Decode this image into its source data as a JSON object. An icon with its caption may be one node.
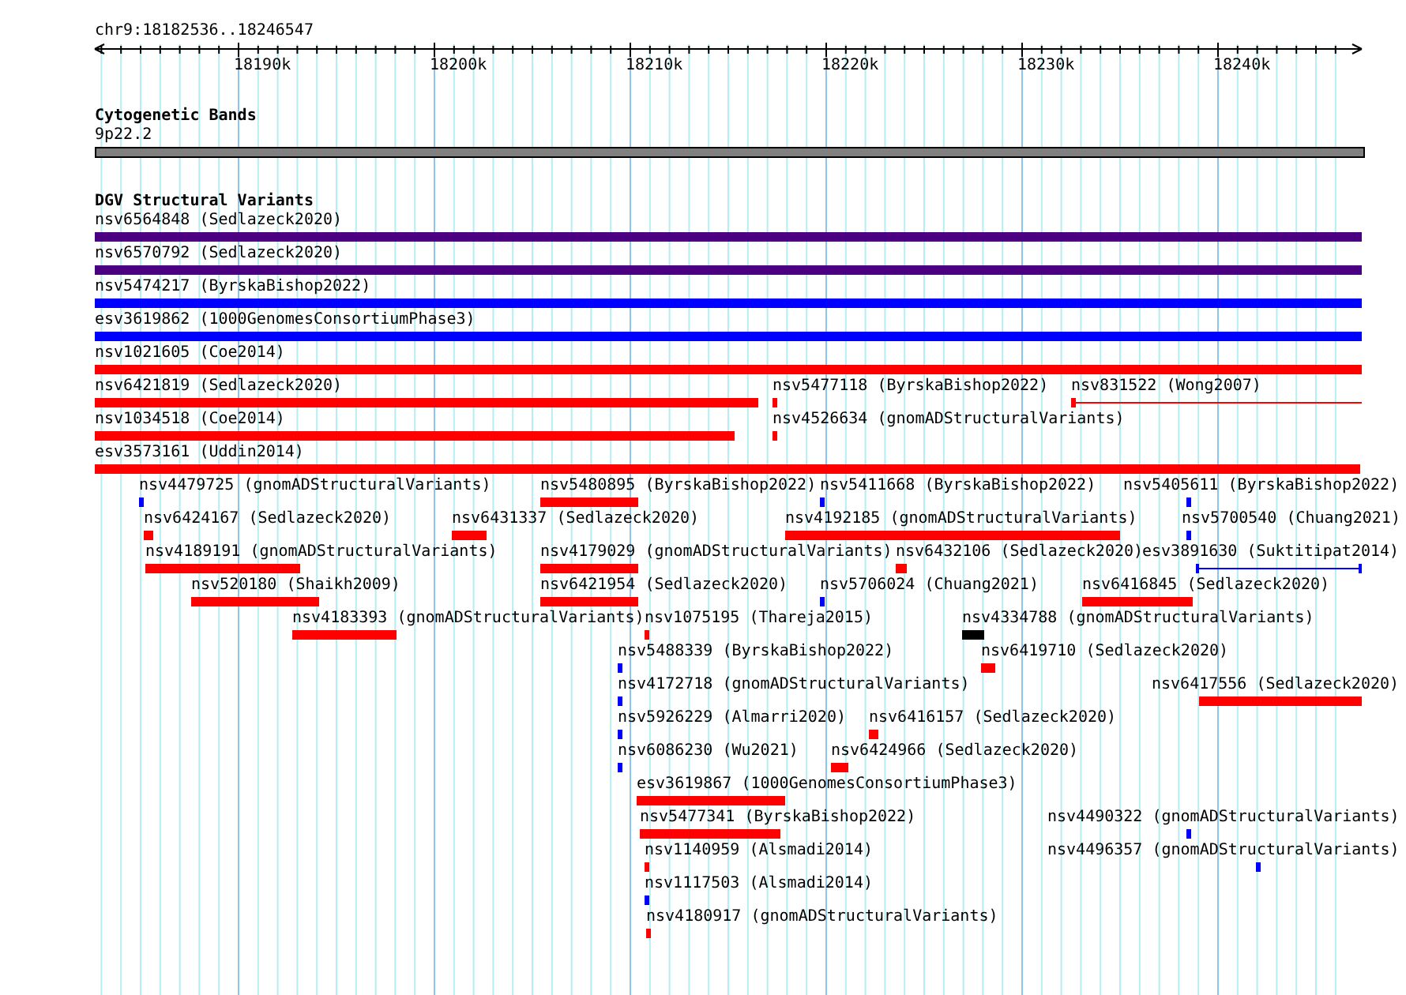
{
  "diagram": {
    "nodes": [
      {
        "text": [
          "9p22.2"
        ]
      },
      {
        "text": [
          "nsv6564848 (Sedlazeck2020)"
        ]
      },
      {
        "text": [
          "nsv6570792 (Sedlazeck2020)"
        ]
      },
      {
        "text": [
          "nsv5474217 (ByrskaBishop2022)"
        ]
      },
      {
        "text": [
          "esv3619862 (1000GenomesConsortiumPhase3)"
        ]
      },
      {
        "text": [
          "nsv1021605 (Coe2014)"
        ]
      },
      {
        "text": [
          "nsv6421819 (Sedlazeck2020)"
        ]
      },
      {
        "text": [
          "nsv5477118 (ByrskaBishop2022)"
        ]
      },
      {
        "text": [
          "nsv831522 (Wong2007)"
        ]
      },
      {
        "text": [
          "nsv1034518 (Coe2014)"
        ]
      },
      {
        "text": [
          "nsv4526634 (gnomADStructuralVariants)"
        ]
      },
      {
        "text": [
          "nsv4490322 (gnomADStructuralVariants)"
        ]
      },
      {
        "text": [
          "esv3573161 (Uddin2014)"
        ]
      },
      {
        "text": [
          "nsv4479725 (gnomADStructuralVariants)"
        ]
      },
      {
        "text": [
          "nsv5480895 (ByrskaBishop2022)"
        ]
      },
      {
        "text": [
          "nsv5411668 (ByrskaBishop2022)"
        ]
      },
      {
        "text": [
          "nsv5405611 (ByrskaBishop2022)"
        ]
      },
      {
        "text": [
          "nsv6424167 (Sedlazeck2020)"
        ]
      },
      {
        "text": [
          "nsv6431337 (Sedlazeck2020)"
        ]
      },
      {
        "text": [
          "nsv4192185 (gnomADStructuralVariants)"
        ]
      },
      {
        "text": [
          "nsv5700540 (Chuang2021)"
        ]
      },
      {
        "text": [
          "nsv4189191 (gnomADStructuralVariants)"
        ]
      },
      {
        "text": [
          "nsv4179029 (gnomADStructuralVariants)"
        ]
      },
      {
        "text": [
          "nsv6432106 (Sedlazeck2020)"
        ]
      },
      {
        "text": [
          "esv3891630 (Suktitipat2014)"
        ]
      },
      {
        "text": [
          "nsv520180 (Shaikh2009)"
        ]
      },
      {
        "text": [
          "nsv6421954 (Sedlazeck2020)"
        ]
      },
      {
        "text": [
          "nsv5706024 (Chuang2021)"
        ]
      },
      {
        "text": [
          "nsv6416845 (Sedlazeck2020)"
        ]
      },
      {
        "text": [
          "nsv4183393 (gnomADStructuralVariants)"
        ]
      },
      {
        "text": [
          "nsv1075195 (Thareja2015)"
        ]
      },
      {
        "text": [
          "nsv4334788 (gnomADStructuralVariants)"
        ]
      },
      {
        "text": [
          "nsv5488339 (ByrskaBishop2022)"
        ]
      },
      {
        "text": [
          "nsv6419710 (Sedlazeck2020)"
        ]
      },
      {
        "text": [
          "nsv4496357 (gnomADStructuralVariants)"
        ]
      },
      {
        "text": [
          "nsv4172718 (gnomADStructuralVariants)"
        ]
      },
      {
        "text": [
          "nsv6417556 (Sedlazeck2020)"
        ]
      },
      {
        "text": [
          "nsv5926229 (Almarri2020)"
        ]
      },
      {
        "text": [
          "nsv6416157 (Sedlazeck2020)"
        ]
      },
      {
        "text": [
          "nsv6086230 (Wu2021)"
        ]
      },
      {
        "text": [
          "nsv6424966 (Sedlazeck2020)"
        ]
      },
      {
        "text": [
          "esv3619867 (1000GenomesConsortiumPhase3)"
        ]
      },
      {
        "text": [
          "nsv5477341 (ByrskaBishop2022)"
        ]
      },
      {
        "text": [
          "nsv1140959 (Alsmadi2014)"
        ]
      },
      {
        "text": [
          "nsv1117503 (Alsmadi2014)"
        ]
      },
      {
        "text": [
          "nsv4180917 (gnomADStructuralVariants)"
        ]
      }
    ],
    "labels": [
      "chr9:18182536..18246547",
      "18190k",
      "18200k",
      "18210k",
      "18220k",
      "18230k",
      "18240k",
      "Cytogenetic Bands",
      "DGV Structural Variants"
    ]
  }
}
